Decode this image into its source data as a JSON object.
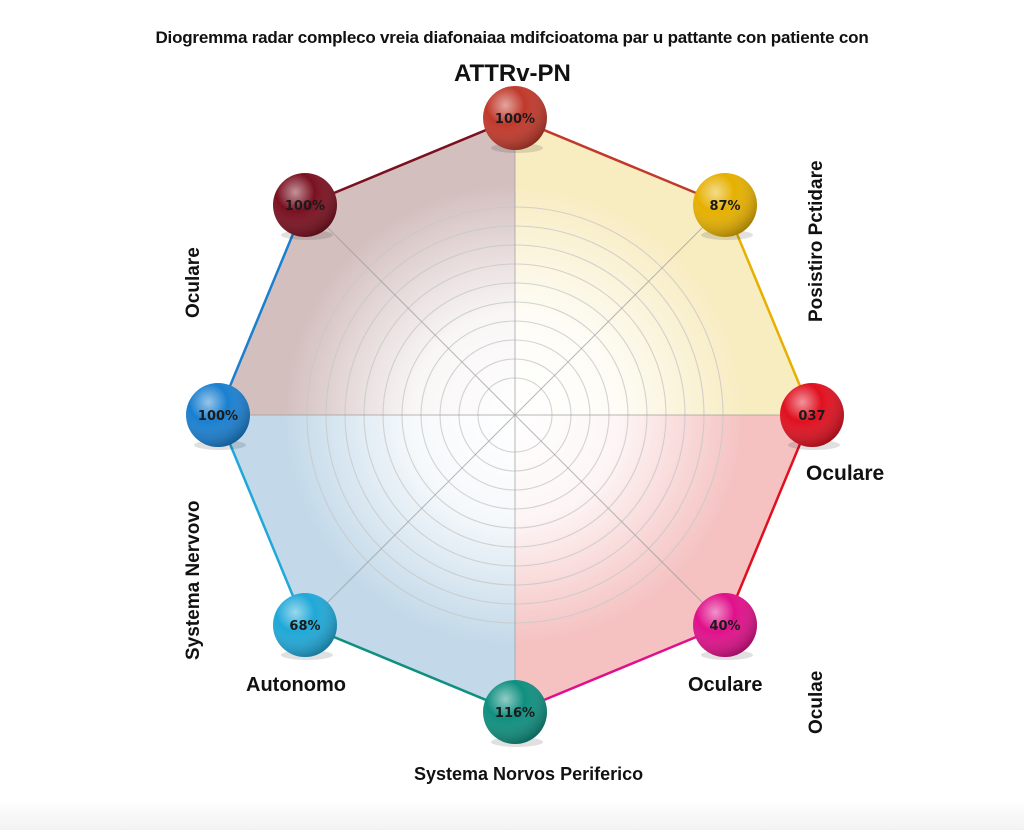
{
  "chart_data": {
    "type": "radar",
    "title": "Diogremma radar compleco vreia diafonaiaa mdifcioatoma par u pattante con patiente con",
    "center_label": "ATTRv-PN",
    "axes": [
      {
        "label": "",
        "value_label": "100%",
        "color": "#c0392b"
      },
      {
        "label": "Posistiro Pctidare",
        "value_label": "87%",
        "color": "#e6b000"
      },
      {
        "label": "Oculare",
        "value_label": "037",
        "color": "#e01020"
      },
      {
        "label": "Oculare",
        "value_label": "40%",
        "color": "#e0108a"
      },
      {
        "label": "Systema Norvos Periferico",
        "value_label": "116%",
        "color": "#0f8f7f"
      },
      {
        "label": "Autonomo",
        "value_label": "68%",
        "color": "#1fa8d8"
      },
      {
        "label": "Systema Nervovo",
        "value_label": "100%",
        "color": "#1a7fd0"
      },
      {
        "label": "Oculare",
        "value_label": "100%",
        "color": "#7a1020"
      }
    ],
    "extra_label": "Oculae",
    "quadrant_fills": [
      "#b08a8a",
      "#f5e2a0",
      "#aac9e0",
      "#f0a0a0"
    ],
    "rings": 10
  }
}
